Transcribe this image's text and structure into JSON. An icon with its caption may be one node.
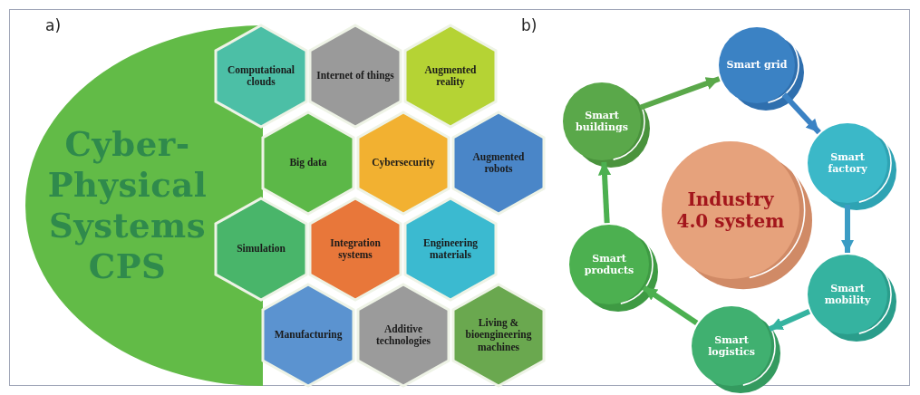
{
  "diagram": {
    "nodes": [
      {
        "text": [
          "Cyber-Physical Systems CPS"
        ]
      },
      {
        "text": [
          "Computational clouds"
        ]
      },
      {
        "text": [
          "Internet of things"
        ]
      },
      {
        "text": [
          "Augmented reality"
        ]
      },
      {
        "text": [
          "Big data"
        ]
      },
      {
        "text": [
          "Cybersecurity"
        ]
      },
      {
        "text": [
          "Augmented robots"
        ]
      },
      {
        "text": [
          "Simulation"
        ]
      },
      {
        "text": [
          "Integration systems"
        ]
      },
      {
        "text": [
          "Engineering materials"
        ]
      },
      {
        "text": [
          "Manufacturing"
        ]
      },
      {
        "text": [
          "Additive technologies"
        ]
      },
      {
        "text": [
          "Living & bioengineering machines"
        ]
      },
      {
        "text": [
          "Industry 4.0 system"
        ]
      },
      {
        "text": [
          "Smart grid"
        ]
      },
      {
        "text": [
          "Smart factory"
        ]
      },
      {
        "text": [
          "Smart mobility"
        ]
      },
      {
        "text": [
          "Smart logistics"
        ]
      },
      {
        "text": [
          "Smart products"
        ]
      },
      {
        "text": [
          "Smart buildings"
        ]
      }
    ],
    "edges": [
      {
        "from": 19,
        "to": 14,
        "arrow": "to",
        "color": "#5aa84a"
      },
      {
        "from": 14,
        "to": 15,
        "arrow": "to",
        "color": "#3b82c4"
      },
      {
        "from": 15,
        "to": 16,
        "arrow": "to",
        "color": "#3b9cc4"
      },
      {
        "from": 16,
        "to": 17,
        "arrow": "to",
        "color": "#35b3a0"
      },
      {
        "from": 17,
        "to": 18,
        "arrow": "to",
        "color": "#4cb050"
      },
      {
        "from": 18,
        "to": 19,
        "arrow": "to",
        "color": "#4cb050"
      }
    ],
    "labels": [
      "a)",
      "b)"
    ]
  }
}
